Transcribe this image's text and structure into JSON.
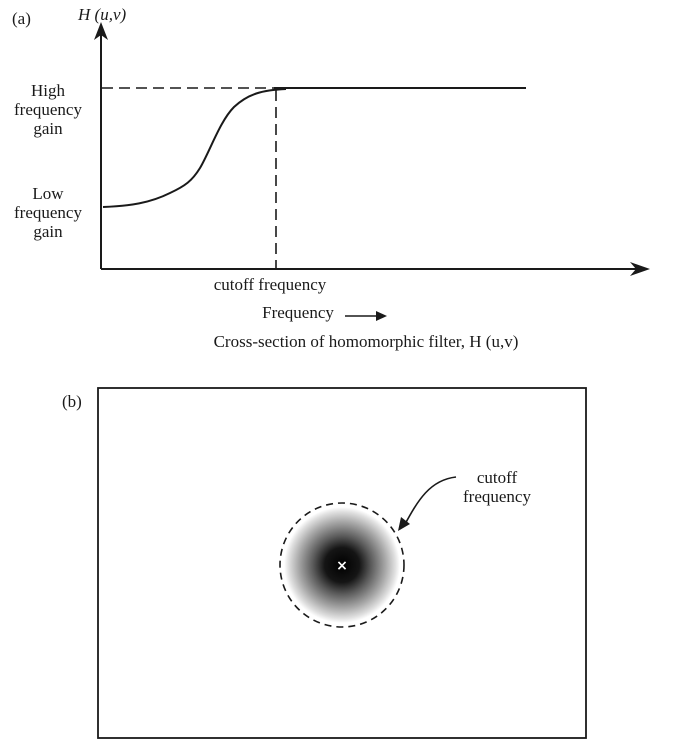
{
  "panel_a": {
    "label": "(a)",
    "y_axis_label": "H (u,v)",
    "high_gain_label": [
      "High",
      "frequency",
      "gain"
    ],
    "low_gain_label": [
      "Low",
      "frequency",
      "gain"
    ],
    "cutoff_label": "cutoff frequency",
    "x_axis_label": "Frequency",
    "caption": "Cross-section of homomorphic filter, H (u,v)"
  },
  "panel_b": {
    "label": "(b)",
    "cutoff_annotation": [
      "cutoff",
      "frequency"
    ],
    "center_mark": "×"
  },
  "colors": {
    "ink": "#1a1a1a",
    "background": "#ffffff"
  }
}
